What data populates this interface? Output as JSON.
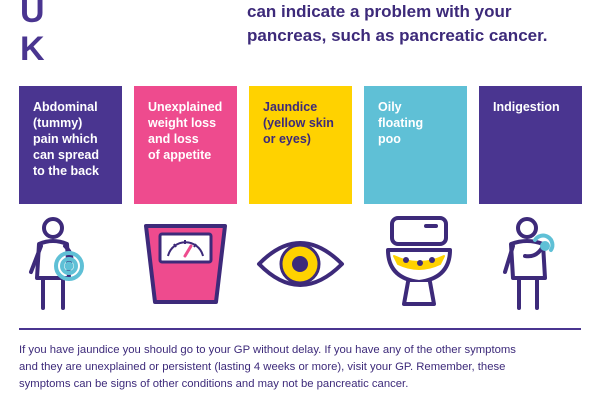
{
  "logo": {
    "lines": [
      "U",
      "K"
    ]
  },
  "headline": {
    "lines": [
      "can indicate a problem with your",
      "pancreas, such as pancreatic cancer."
    ]
  },
  "symptoms": [
    {
      "lines": [
        "Abdominal",
        "(tummy)",
        "pain which",
        "can spread",
        "to the back"
      ],
      "icon": "abdominal-pain-icon",
      "color": "#4a3590"
    },
    {
      "lines": [
        "Unexplained",
        "weight loss",
        "and loss",
        "of appetite"
      ],
      "icon": "weighing-scale-icon",
      "color": "#ee4b8e"
    },
    {
      "lines": [
        "Jaundice",
        "(yellow skin",
        "or eyes)"
      ],
      "icon": "yellow-eye-icon",
      "color": "#ffd200"
    },
    {
      "lines": [
        "Oily",
        "floating",
        "poo"
      ],
      "icon": "toilet-icon",
      "color": "#5fc0d6"
    },
    {
      "lines": [
        "Indigestion"
      ],
      "icon": "indigestion-icon",
      "color": "#4a3590"
    }
  ],
  "footer": {
    "lines": [
      "If you have jaundice you should go to your GP without delay. If you have any of the other symptoms",
      "and they are unexplained or persistent (lasting 4 weeks or more), visit your GP. Remember, these",
      "symptoms can be signs of other conditions and may not be pancreatic cancer."
    ]
  }
}
